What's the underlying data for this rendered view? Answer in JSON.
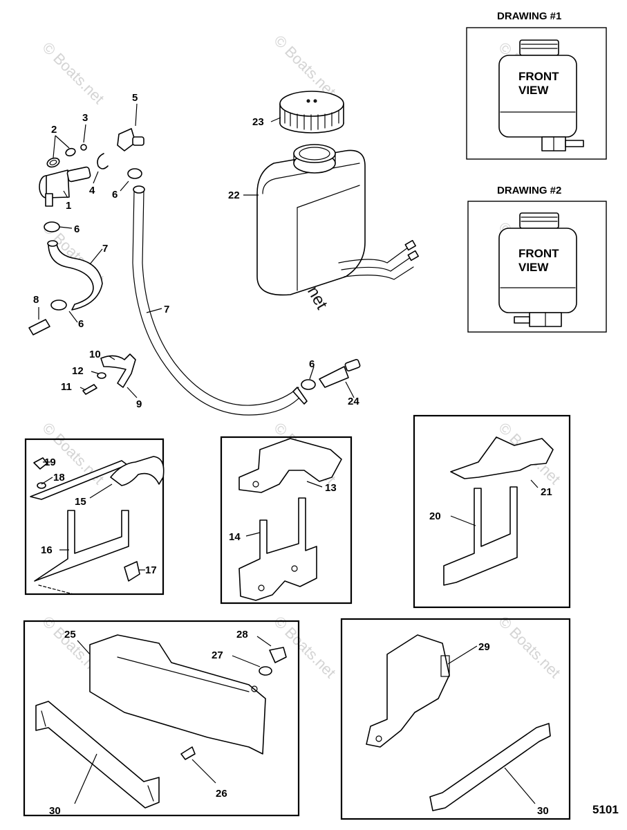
{
  "drawings": [
    {
      "title": "DRAWING #1",
      "view_label_line1": "FRONT",
      "view_label_line2": "VIEW"
    },
    {
      "title": "DRAWING #2",
      "view_label_line1": "FRONT",
      "view_label_line2": "VIEW"
    }
  ],
  "watermark": "© Boats.net",
  "diagram_code": "5101",
  "callouts": {
    "c1": "1",
    "c2": "2",
    "c3": "3",
    "c4": "4",
    "c5": "5",
    "c6a": "6",
    "c6b": "6",
    "c6c": "6",
    "c6d": "6",
    "c7a": "7",
    "c7b": "7",
    "c8": "8",
    "c9": "9",
    "c10": "10",
    "c11": "11",
    "c12": "12",
    "c13": "13",
    "c14": "14",
    "c15": "15",
    "c16": "16",
    "c17": "17",
    "c18": "18",
    "c19": "19",
    "c20": "20",
    "c21": "21",
    "c22": "22",
    "c23": "23",
    "c24": "24",
    "c25": "25",
    "c26": "26",
    "c27": "27",
    "c28": "28",
    "c29": "29",
    "c30a": "30",
    "c30b": "30"
  }
}
